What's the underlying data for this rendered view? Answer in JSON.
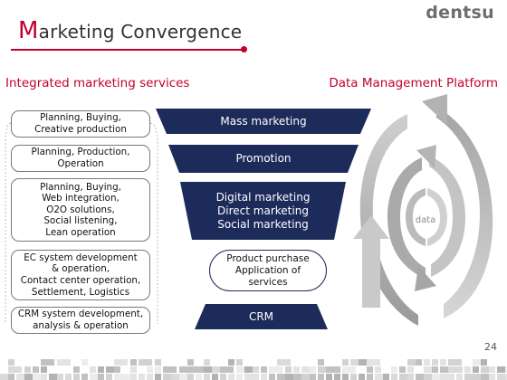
{
  "brand": {
    "logo_text": "dentsu"
  },
  "slide": {
    "title_first_letter": "M",
    "title_rest": "arketing Convergence",
    "page_number": "24"
  },
  "headings": {
    "left": "Integrated marketing services",
    "right": "Data Management Platform"
  },
  "services": [
    "Planning, Buying,\nCreative production",
    "Planning, Production,\nOperation",
    "Planning, Buying,\nWeb integration,\nO2O solutions,\nSocial listening,\nLean operation",
    "EC system development\n& operation,\nContact center operation,\nSettlement, Logistics",
    "CRM system development,\nanalysis & operation"
  ],
  "funnel": [
    "Mass marketing",
    "Promotion",
    "Digital marketing\nDirect marketing\nSocial marketing",
    "Product purchase\nApplication of\nservices",
    "CRM"
  ],
  "cycle": {
    "center_label": "data"
  },
  "colors": {
    "accent_red": "#c2002f",
    "navy": "#1c2b5a",
    "ring_gray": "#b8b8b8"
  }
}
